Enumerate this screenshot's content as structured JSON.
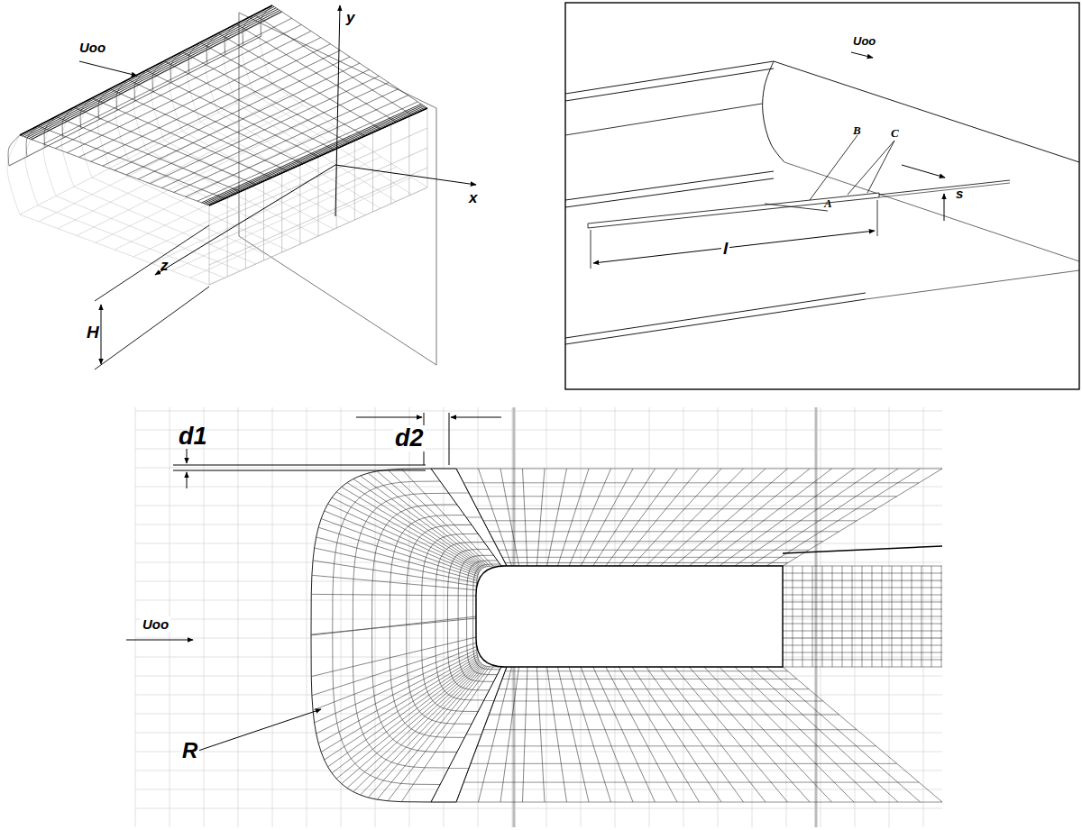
{
  "diagram": {
    "labels": [
      "Uoo",
      "y",
      "x",
      "z",
      "H",
      "Uoo",
      "A",
      "B",
      "C",
      "s",
      "l",
      "d1",
      "d2",
      "Uoo",
      "R"
    ]
  }
}
